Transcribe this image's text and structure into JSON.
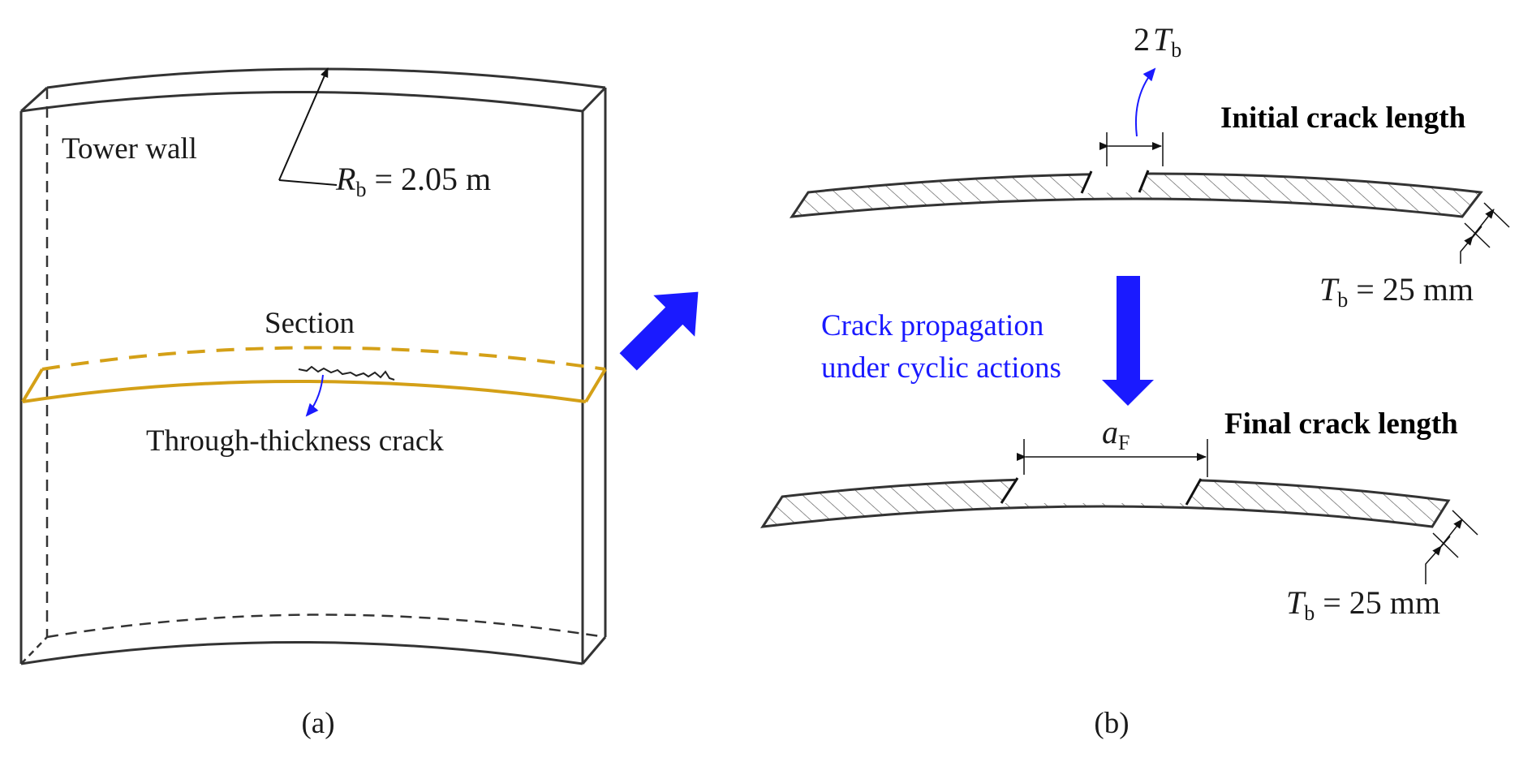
{
  "panel_a": {
    "caption": "(a)",
    "tower_wall_label": "Tower wall",
    "radius_symbol": "R",
    "radius_sub": "b",
    "radius_value": "= 2.05 m",
    "section_label": "Section",
    "crack_label": "Through-thickness crack"
  },
  "panel_b": {
    "caption": "(b)",
    "initial_title": "Initial crack length",
    "final_title": "Final crack length",
    "initial_width_coef": "2",
    "initial_width_symbol": "T",
    "initial_width_sub": "b",
    "final_width_symbol": "a",
    "final_width_sub": "F",
    "thickness_symbol": "T",
    "thickness_sub": "b",
    "thickness_value": "= 25 mm",
    "propagation_line1": "Crack propagation",
    "propagation_line2": "under cyclic actions"
  },
  "colors": {
    "section_curve": "#d4a017",
    "annotation_blue": "#1a1aff",
    "outline": "#333333"
  }
}
